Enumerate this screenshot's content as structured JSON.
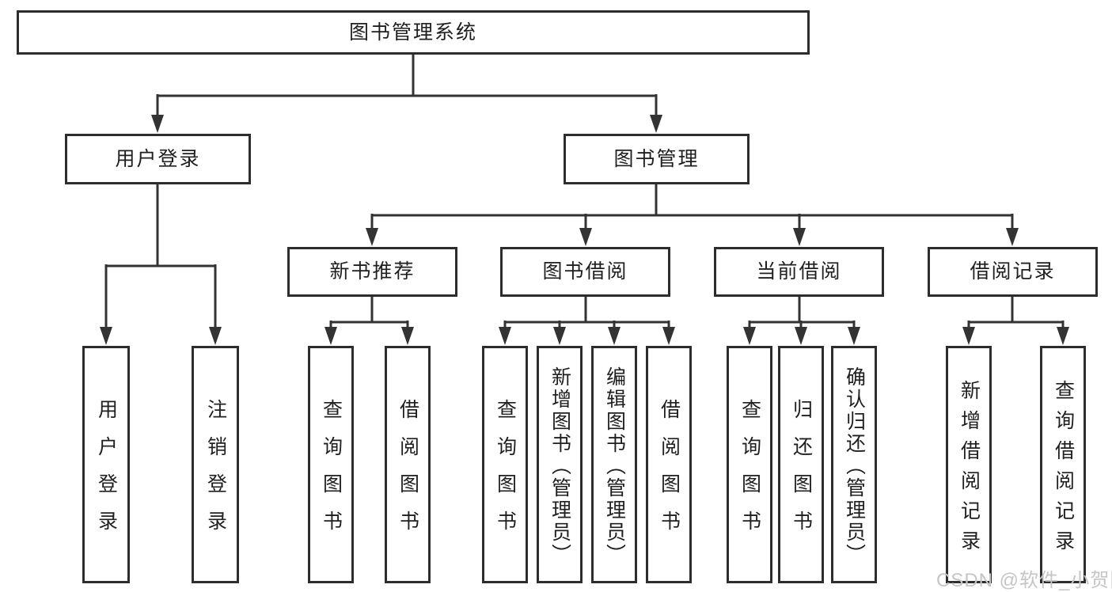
{
  "tree": {
    "root": {
      "label": "图书管理系统"
    },
    "branches": [
      {
        "label": "用户登录",
        "children": [
          {
            "label": "用户登录"
          },
          {
            "label": "注销登录"
          }
        ]
      },
      {
        "label": "图书管理",
        "children": [
          {
            "label": "新书推荐",
            "children": [
              {
                "label": "查询图书"
              },
              {
                "label": "借阅图书"
              }
            ]
          },
          {
            "label": "图书借阅",
            "children": [
              {
                "label": "查询图书"
              },
              {
                "label": "新增图书（管理员）"
              },
              {
                "label": "编辑图书（管理员）"
              },
              {
                "label": "借阅图书"
              }
            ]
          },
          {
            "label": "当前借阅",
            "children": [
              {
                "label": "查询图书"
              },
              {
                "label": "归还图书"
              },
              {
                "label": "确认归还（管理员）"
              }
            ]
          },
          {
            "label": "借阅记录",
            "children": [
              {
                "label": "新增借阅记录"
              },
              {
                "label": "查询借阅记录"
              }
            ]
          }
        ]
      }
    ]
  },
  "watermark": "CSDN @软件_小贺同学",
  "colors": {
    "line": "#333333",
    "box_border": "#2d2d2d",
    "box_fill": "#ffffff",
    "text": "#1f1f1f",
    "watermark": "#c5c5c5"
  }
}
